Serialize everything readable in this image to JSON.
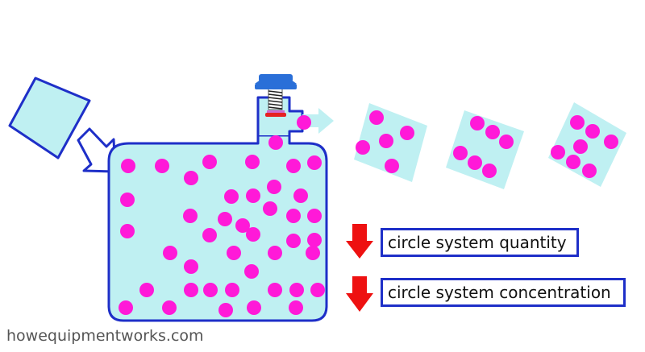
{
  "labels": {
    "quantity": "circle system quantity",
    "concentration": "circle system concentration"
  },
  "watermark": "howequipmentworks.com",
  "colors": {
    "liquid": "#bff0f2",
    "outline": "#1e2fc8",
    "particle": "#ff19d8",
    "decrease_arrow": "#ee1111",
    "valve_cap": "#2a6fd8",
    "valve_seal": "#e52222",
    "flow_arrow": "#bff0f2"
  },
  "icons": {
    "decrease": "red-down-arrow-icon",
    "inflow": "blue-outlined-arrow-icon",
    "outflow": "light-blue-arrow-icon"
  }
}
